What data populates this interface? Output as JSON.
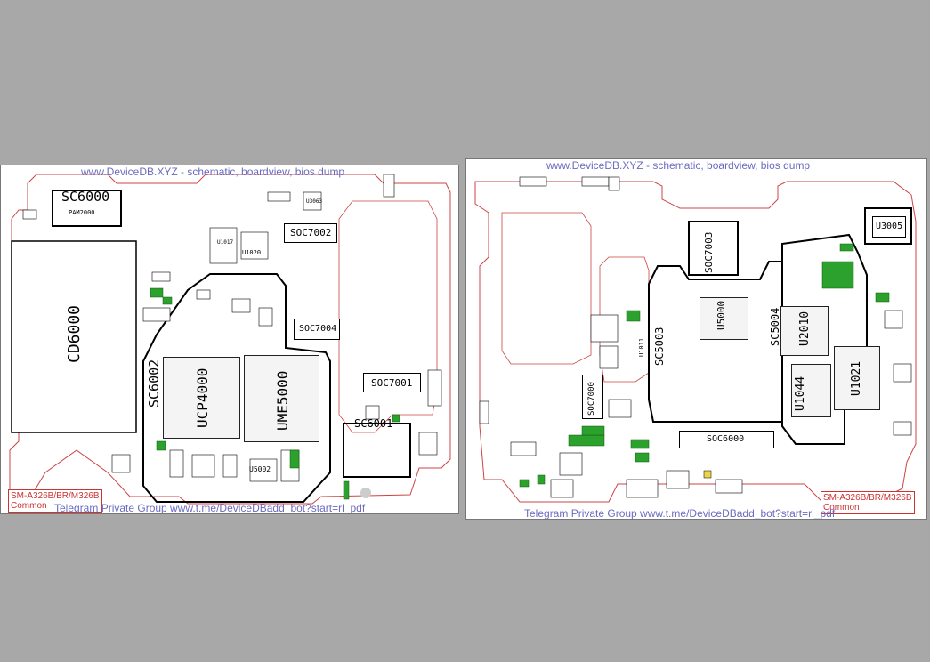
{
  "header_link": "www.DeviceDB.XYZ - schematic, boardview, bios dump",
  "footer_link_left": "Telegram Private Group www.t.me/DeviceDBadd_bot?start=rl_pdf",
  "footer_link_right": "Telegram Private Group www.t.me/DeviceDBadd_bot?start=rl_pdf",
  "model": "SM-A326B/BR/M326B",
  "model_sub": "Common",
  "left_labels": {
    "sc6000": "SC6000",
    "cd6000": "CD6000",
    "soc7002": "SOC7002",
    "soc7004": "SOC7004",
    "soc7001": "SOC7001",
    "ucp4000": "UCP4000",
    "ume5000": "UME5000",
    "sc6002": "SC6002",
    "u5002": "U5002",
    "u1020": "U1020",
    "u1017": "U1017",
    "u3063": "U3063",
    "pam2000": "PAM2000",
    "sc6001": "SC6001"
  },
  "right_labels": {
    "soc7003": "SOC7003",
    "u3005": "U3005",
    "u5000": "U5000",
    "u2010": "U2010",
    "u1021": "U1021",
    "u1044": "U1044",
    "soc6000": "SOC6000",
    "soc7000": "SOC7000",
    "sc5004": "SC5004",
    "sc5003": "SC5003",
    "u1011": "U1011"
  }
}
